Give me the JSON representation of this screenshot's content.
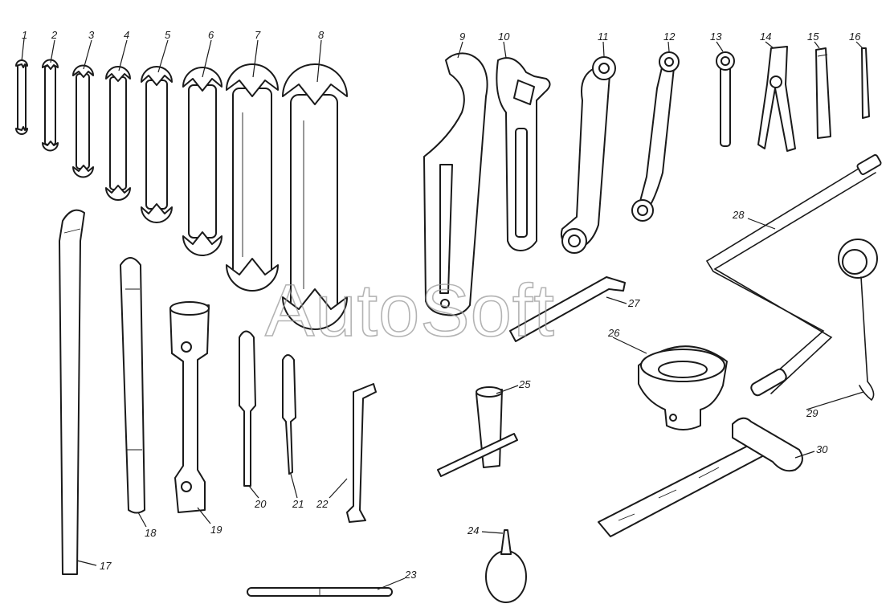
{
  "watermark": "AutoSoft",
  "colors": {
    "line": "#1a1a1a",
    "background": "#ffffff",
    "watermark": "#9a9a9a"
  },
  "labels": [
    "1",
    "2",
    "3",
    "4",
    "5",
    "6",
    "7",
    "8",
    "9",
    "10",
    "11",
    "12",
    "13",
    "14",
    "15",
    "16",
    "17",
    "18",
    "19",
    "20",
    "21",
    "22",
    "23",
    "24",
    "25",
    "26",
    "27",
    "28",
    "29",
    "30"
  ]
}
